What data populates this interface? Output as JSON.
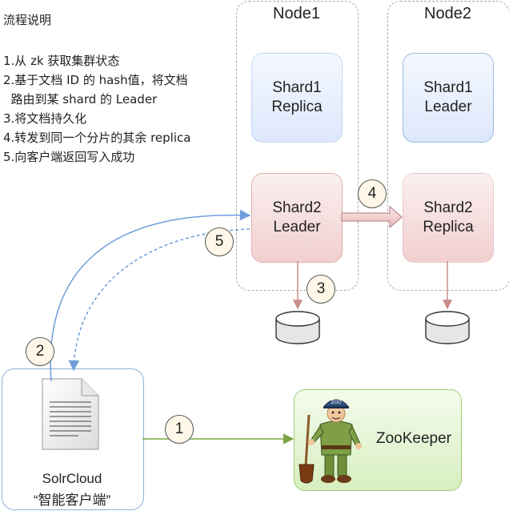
{
  "steps": {
    "title": "流程说明",
    "items": [
      "1.从 zk 获取集群状态",
      "2.基于文档 ID 的 hash值，将文档",
      "  路由到某 shard 的 Leader",
      "3.将文档持久化",
      "4.转发到同一个分片的其余 replica",
      "5.向客户端返回写入成功"
    ]
  },
  "nodes": [
    {
      "label": "Node1",
      "shards": [
        {
          "line1": "Shard1",
          "line2": "Replica"
        },
        {
          "line1": "Shard2",
          "line2": "Leader"
        }
      ]
    },
    {
      "label": "Node2",
      "shards": [
        {
          "line1": "Shard1",
          "line2": "Leader"
        },
        {
          "line1": "Shard2",
          "line2": "Replica"
        }
      ]
    }
  ],
  "markers": [
    "1",
    "2",
    "3",
    "4",
    "5"
  ],
  "client": {
    "line1": "SolrCloud",
    "line2": "“智能客户端”"
  },
  "zookeeper": {
    "label": "ZooKeeper",
    "cap_text": "ZOO"
  },
  "colors": {
    "blue_arrow": "#6f9ddc",
    "green_arrow": "#7aa644",
    "red_arrow": "#c98a8a"
  }
}
